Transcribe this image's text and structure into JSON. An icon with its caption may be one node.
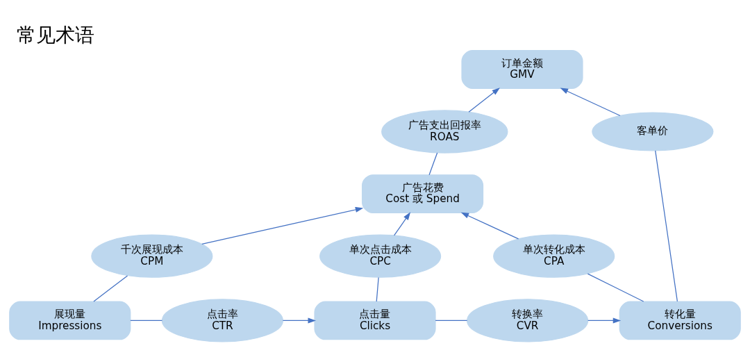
{
  "diagram": {
    "title": "常见术语",
    "nodes": [
      {
        "text": [
          "订单金额",
          "GMV"
        ]
      },
      {
        "text": [
          "广告支出回报率",
          "ROAS"
        ]
      },
      {
        "text": [
          "客单价"
        ]
      },
      {
        "text": [
          "广告花费",
          "Cost 或 Spend"
        ]
      },
      {
        "text": [
          "千次展现成本",
          "CPM"
        ]
      },
      {
        "text": [
          "单次点击成本",
          "CPC"
        ]
      },
      {
        "text": [
          "单次转化成本",
          "CPA"
        ]
      },
      {
        "text": [
          "展现量",
          "Impressions"
        ]
      },
      {
        "text": [
          "点击率",
          "CTR"
        ]
      },
      {
        "text": [
          "点击量",
          "Clicks"
        ]
      },
      {
        "text": [
          "转换率",
          "CVR"
        ]
      },
      {
        "text": [
          "转化量",
          "Conversions"
        ]
      }
    ],
    "edges": [
      {
        "from": 7,
        "to": 8,
        "arrow": "none"
      },
      {
        "from": 8,
        "to": 9,
        "arrow": "to"
      },
      {
        "from": 9,
        "to": 10,
        "arrow": "none"
      },
      {
        "from": 10,
        "to": 11,
        "arrow": "to"
      },
      {
        "from": 7,
        "to": 4,
        "arrow": "none"
      },
      {
        "from": 4,
        "to": 3,
        "arrow": "to"
      },
      {
        "from": 9,
        "to": 5,
        "arrow": "none"
      },
      {
        "from": 5,
        "to": 3,
        "arrow": "to"
      },
      {
        "from": 11,
        "to": 6,
        "arrow": "none"
      },
      {
        "from": 6,
        "to": 3,
        "arrow": "to"
      },
      {
        "from": 3,
        "to": 1,
        "arrow": "none"
      },
      {
        "from": 1,
        "to": 0,
        "arrow": "to"
      },
      {
        "from": 11,
        "to": 2,
        "arrow": "none"
      },
      {
        "from": 2,
        "to": 0,
        "arrow": "to"
      }
    ]
  }
}
